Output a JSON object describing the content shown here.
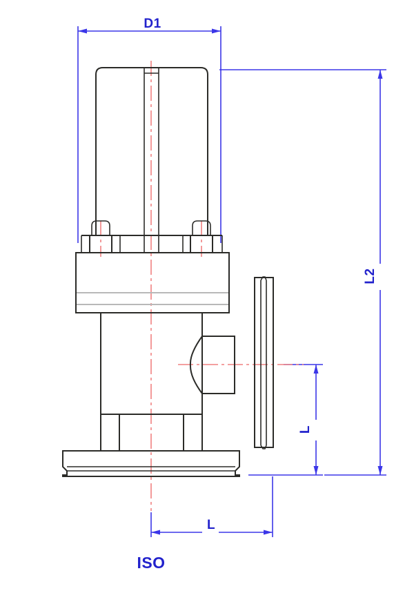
{
  "drawing": {
    "title": "ISO angle valve sectional outline drawing",
    "caption": "ISO",
    "background_color": "#ffffff",
    "outline_color": "#2b2b28",
    "centerline_color": "#f08080",
    "dimension_color": "#3b36e8",
    "dimension_text_color": "#2222cc",
    "seal_line_color": "#b8b8b8"
  },
  "dimensions": {
    "d1": {
      "label": "D1",
      "orientation": "horizontal",
      "location": "top",
      "measures": "actuator cylinder outer diameter"
    },
    "l2": {
      "label": "L2",
      "orientation": "vertical",
      "location": "right-outer",
      "measures": "overall height from cylinder top to bottom flange face"
    },
    "l_vertical": {
      "label": "L",
      "orientation": "vertical",
      "location": "right-inner",
      "measures": "side port centerline height above bottom flange face"
    },
    "l_horizontal": {
      "label": "L",
      "orientation": "horizontal",
      "location": "bottom",
      "measures": "valve centerline to side port flange face"
    }
  },
  "parts": [
    {
      "name": "actuator-cylinder",
      "description": "pneumatic actuator barrel with rounded top corners"
    },
    {
      "name": "stem-boss",
      "description": "central stem boss at cylinder top"
    },
    {
      "name": "stem",
      "description": "vertical valve stem along centerline"
    },
    {
      "name": "bolt-left",
      "description": "left actuator mounting bolt with cap nut"
    },
    {
      "name": "bolt-right",
      "description": "right actuator mounting bolt with cap nut"
    },
    {
      "name": "bonnet-block",
      "description": "bonnet / flange block with bellows seal bands"
    },
    {
      "name": "valve-body",
      "description": "lower valve body column"
    },
    {
      "name": "side-port-neck",
      "description": "horizontal side port with fillet transition"
    },
    {
      "name": "side-port-flange",
      "description": "ISO-KF side port flange with O-ring groove"
    },
    {
      "name": "bottom-flange",
      "description": "ISO-KF bottom flange with O-ring groove"
    }
  ],
  "labels": {
    "d1": "D1",
    "l2": "L2",
    "l_vertical": "L",
    "l_horizontal": "L",
    "standard": "ISO"
  }
}
